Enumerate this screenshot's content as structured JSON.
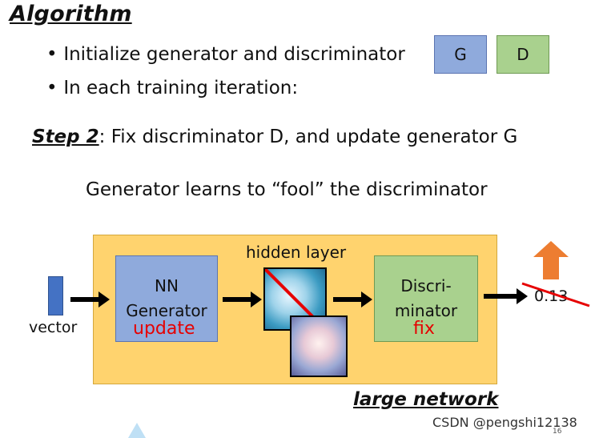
{
  "title": "Algorithm",
  "bullets": [
    "Initialize generator and discriminator",
    "In each training iteration:"
  ],
  "boxes": {
    "g": "G",
    "d": "D"
  },
  "step": {
    "label": "Step 2",
    "text": ": Fix discriminator D, and update generator G"
  },
  "subtitle": "Generator learns to “fool” the discriminator",
  "diagram": {
    "vector_label": "vector",
    "generator_line1": "NN",
    "generator_line2": "Generator",
    "update_label": "update",
    "hidden_layer_label": "hidden layer",
    "disc_line1": "Discri-",
    "disc_line2": "minator",
    "fix_label": "fix",
    "output_value": "0.13",
    "network_label": "large network"
  },
  "footer": {
    "watermark": "CSDN @pengshi12138",
    "page_number": "16"
  },
  "colors": {
    "generator": "#8faadc",
    "discriminator": "#a9d18e",
    "panel": "#ffd36e",
    "highlight_red": "#e60000",
    "up_arrow": "#ed7d31"
  }
}
